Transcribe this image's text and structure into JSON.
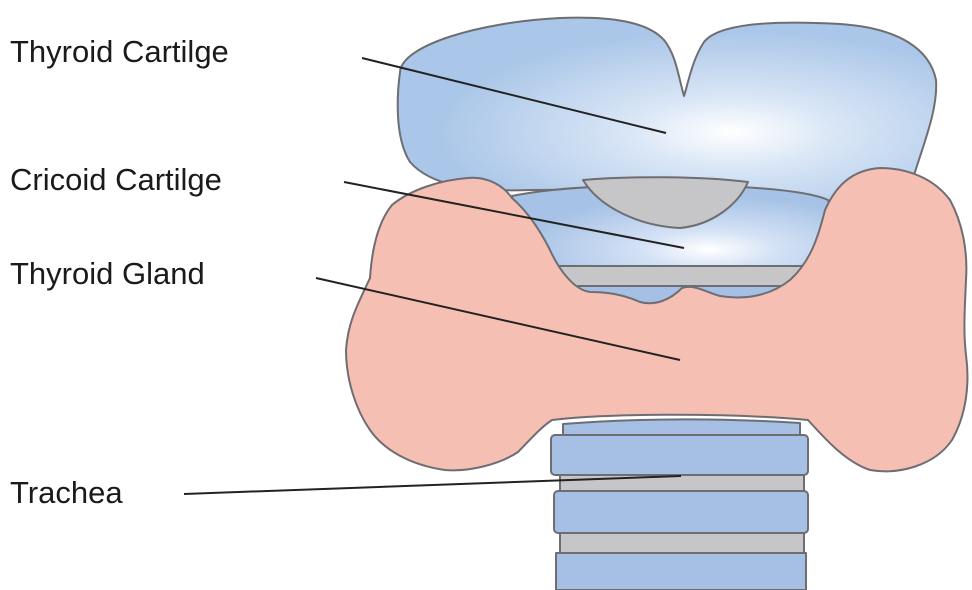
{
  "labels": {
    "thyroid_cartilage": "Thyroid Cartilge",
    "cricoid_cartilage": "Cricoid Cartilge",
    "thyroid_gland": "Thyroid Gland",
    "trachea": "Trachea"
  },
  "colors": {
    "cartilage_fill": "#b8cfea",
    "cartilage_highlight": "#ffffff",
    "gland_fill": "#f6bfb3",
    "ring_fill": "#9ebbe2",
    "membrane_fill": "#c6c6c8",
    "outline": "#6e6e72",
    "leader_line": "#222222"
  }
}
